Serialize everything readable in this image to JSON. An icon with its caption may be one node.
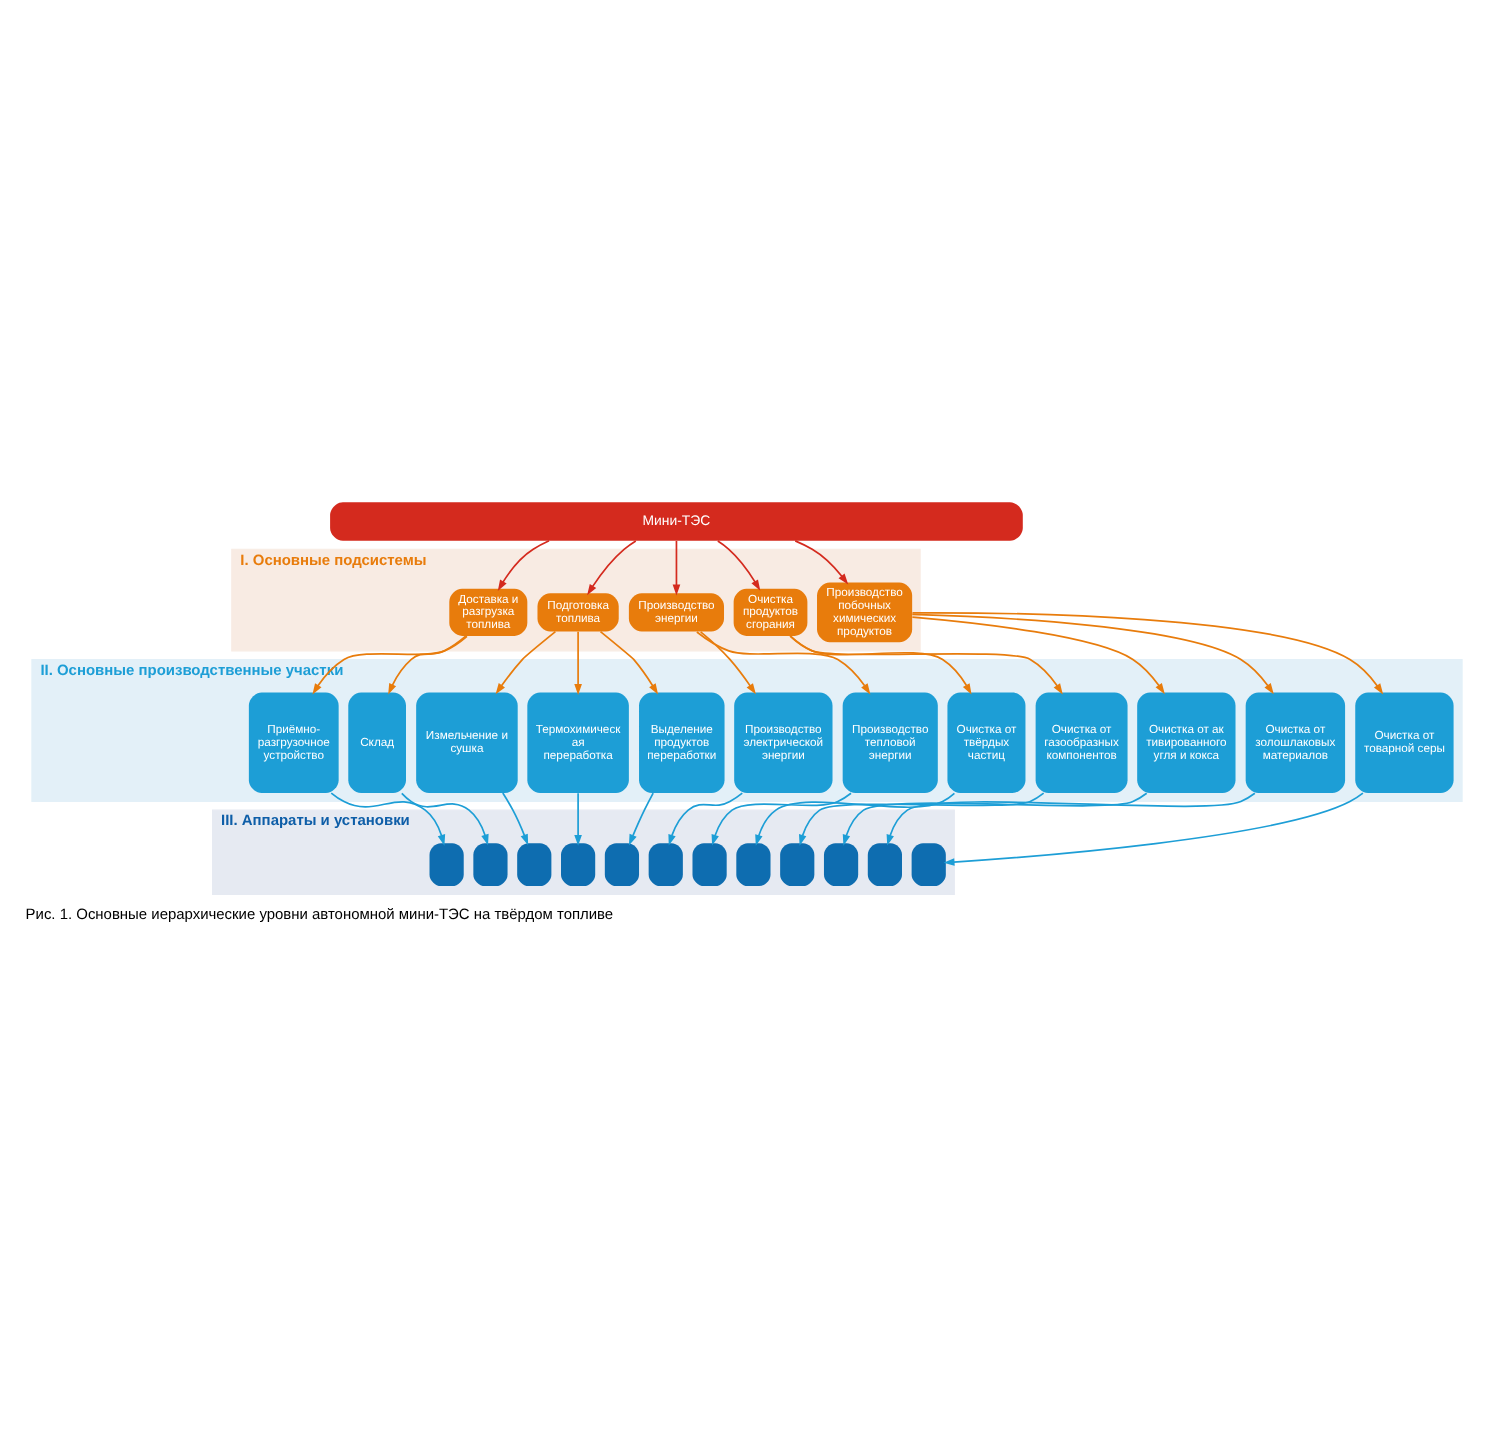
{
  "diagram": {
    "caption": "Рис. 1. Основные иерархические уровни автономной мини-ТЭС на твёрдом топливе",
    "nodes": [
      {
        "text": [
          "Мини-ТЭС"
        ]
      },
      {
        "text": [
          "I. Основные подсистемы"
        ]
      },
      {
        "text": [
          "Доставка и разгрузка топлива"
        ],
        "in": 1
      },
      {
        "text": [
          "Подготовка топлива"
        ],
        "in": 1
      },
      {
        "text": [
          "Производство энергии"
        ],
        "in": 1
      },
      {
        "text": [
          "Очистка продуктов сгорания"
        ],
        "in": 1
      },
      {
        "text": [
          "Производство побочных химических продуктов"
        ],
        "in": 1
      },
      {
        "text": [
          "II. Основные производственные участки"
        ]
      },
      {
        "text": [
          "Приёмно-разгрузочное устройство"
        ],
        "in": 7
      },
      {
        "text": [
          "Склад"
        ],
        "in": 7
      },
      {
        "text": [
          "Измельчение и сушка"
        ],
        "in": 7
      },
      {
        "text": [
          "Термохимическая переработка"
        ],
        "in": 7
      },
      {
        "text": [
          "Выделение продуктов переработки"
        ],
        "in": 7
      },
      {
        "text": [
          "Производство электрической энергии"
        ],
        "in": 7
      },
      {
        "text": [
          "Производство тепловой энергии"
        ],
        "in": 7
      },
      {
        "text": [
          "Очистка от твёрдых частиц"
        ],
        "in": 7
      },
      {
        "text": [
          "Очистка от газообразных компонентов"
        ],
        "in": 7
      },
      {
        "text": [
          "Очистка от активированного угля и кокса"
        ],
        "in": 7
      },
      {
        "text": [
          "Очистка от золошлаковых материалов"
        ],
        "in": 7
      },
      {
        "text": [
          "Очистка от товарной серы"
        ],
        "in": 7
      },
      {
        "text": [
          "III. Аппараты и установки"
        ]
      },
      {
        "text": [],
        "shape": "box",
        "in": 20
      },
      {
        "text": [],
        "shape": "box",
        "in": 20
      },
      {
        "text": [],
        "shape": "box",
        "in": 20
      },
      {
        "text": [],
        "shape": "box",
        "in": 20
      },
      {
        "text": [],
        "shape": "box",
        "in": 20
      },
      {
        "text": [],
        "shape": "box",
        "in": 20
      },
      {
        "text": [],
        "shape": "box",
        "in": 20
      },
      {
        "text": [],
        "shape": "box",
        "in": 20
      },
      {
        "text": [],
        "shape": "box",
        "in": 20
      },
      {
        "text": [],
        "shape": "box",
        "in": 20
      },
      {
        "text": [],
        "shape": "box",
        "in": 20
      },
      {
        "text": [],
        "shape": "box",
        "in": 20
      }
    ],
    "edges": [
      {
        "from": 0,
        "to": 2,
        "arrow": "to",
        "color": "#d42a1e"
      },
      {
        "from": 0,
        "to": 3,
        "arrow": "to",
        "color": "#d42a1e"
      },
      {
        "from": 0,
        "to": 4,
        "arrow": "to",
        "color": "#d42a1e"
      },
      {
        "from": 0,
        "to": 5,
        "arrow": "to",
        "color": "#d42a1e"
      },
      {
        "from": 0,
        "to": 6,
        "arrow": "to",
        "color": "#d42a1e"
      },
      {
        "from": 2,
        "to": 8,
        "arrow": "to",
        "color": "#e87c0c"
      },
      {
        "from": 2,
        "to": 9,
        "arrow": "to",
        "color": "#e87c0c"
      },
      {
        "from": 3,
        "to": 10,
        "arrow": "to",
        "color": "#e87c0c"
      },
      {
        "from": 3,
        "to": 11,
        "arrow": "to",
        "color": "#e87c0c"
      },
      {
        "from": 3,
        "to": 12,
        "arrow": "to",
        "color": "#e87c0c"
      },
      {
        "from": 4,
        "to": 13,
        "arrow": "to",
        "color": "#e87c0c"
      },
      {
        "from": 4,
        "to": 14,
        "arrow": "to",
        "color": "#e87c0c"
      },
      {
        "from": 5,
        "to": 15,
        "arrow": "to",
        "color": "#e87c0c"
      },
      {
        "from": 5,
        "to": 16,
        "arrow": "to",
        "color": "#e87c0c"
      },
      {
        "from": 6,
        "to": 17,
        "arrow": "to",
        "color": "#e87c0c"
      },
      {
        "from": 6,
        "to": 18,
        "arrow": "to",
        "color": "#e87c0c"
      },
      {
        "from": 6,
        "to": 19,
        "arrow": "to",
        "color": "#e87c0c"
      },
      {
        "from": 8,
        "to": 21,
        "arrow": "to",
        "color": "#1d9ed6"
      },
      {
        "from": 9,
        "to": 22,
        "arrow": "to",
        "color": "#1d9ed6"
      },
      {
        "from": 10,
        "to": 23,
        "arrow": "to",
        "color": "#1d9ed6"
      },
      {
        "from": 11,
        "to": 24,
        "arrow": "to",
        "color": "#1d9ed6"
      },
      {
        "from": 12,
        "to": 25,
        "arrow": "to",
        "color": "#1d9ed6"
      },
      {
        "from": 13,
        "to": 26,
        "arrow": "to",
        "color": "#1d9ed6"
      },
      {
        "from": 14,
        "to": 27,
        "arrow": "to",
        "color": "#1d9ed6"
      },
      {
        "from": 15,
        "to": 28,
        "arrow": "to",
        "color": "#1d9ed6"
      },
      {
        "from": 16,
        "to": 29,
        "arrow": "to",
        "color": "#1d9ed6"
      },
      {
        "from": 17,
        "to": 30,
        "arrow": "to",
        "color": "#1d9ed6"
      },
      {
        "from": 18,
        "to": 31,
        "arrow": "to",
        "color": "#1d9ed6"
      },
      {
        "from": 19,
        "to": 32,
        "arrow": "to",
        "color": "#1d9ed6"
      }
    ]
  }
}
